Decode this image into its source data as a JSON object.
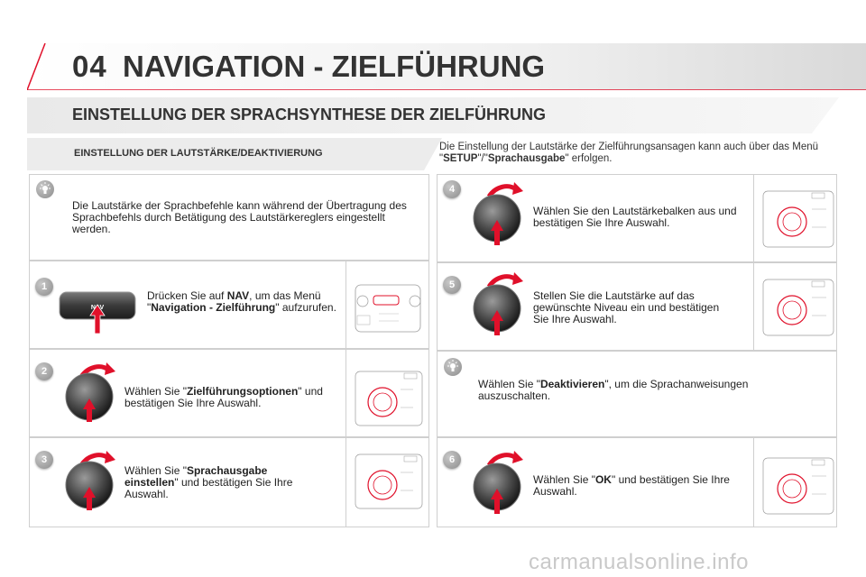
{
  "header": {
    "chapter_number": "04",
    "chapter_title": "NAVIGATION - ZIELFÜHRUNG"
  },
  "section": {
    "title": "EINSTELLUNG DER SPRACHSYNTHESE DER ZIELFÜHRUNG",
    "subtitle": "EINSTELLUNG DER LAUTSTÄRKE/DEAKTIVIERUNG",
    "intro_pre": "Die Einstellung der Lautstärke der Zielführungsansagen kann auch über das Menü \"",
    "intro_b1": "SETUP",
    "intro_mid": "\"/\"",
    "intro_b2": "Sprachausgabe",
    "intro_post": "\" erfolgen."
  },
  "left_tip": {
    "text": "Die Lautstärke der Sprachbefehle kann während der Übertragung des Sprachbefehls durch Betätigung des Lautstärkereglers eingestellt werden."
  },
  "steps": [
    {
      "number": "1",
      "pre": "Drücken Sie auf ",
      "b1": "NAV",
      "mid": ", um das Menü \"",
      "b2": "Navigation - Zielführung",
      "post": "\" aufzurufen."
    },
    {
      "number": "2",
      "pre": "Wählen Sie \"",
      "b1": "Zielführungsoptionen",
      "post": "\" und bestätigen Sie Ihre Auswahl."
    },
    {
      "number": "3",
      "pre": "Wählen Sie \"",
      "b1": "Sprachausgabe einstellen",
      "post": "\" und bestätigen Sie Ihre Auswahl."
    },
    {
      "number": "4",
      "text": "Wählen Sie den Lautstärkebalken aus und bestätigen Sie Ihre Auswahl."
    },
    {
      "number": "5",
      "text": "Stellen Sie die Lautstärke auf das gewünschte Niveau ein und bestätigen Sie Ihre Auswahl."
    },
    {
      "number": "6",
      "pre": "Wählen Sie \"",
      "b1": "OK",
      "post": "\" und bestätigen Sie Ihre Auswahl."
    }
  ],
  "right_tip": {
    "pre": "Wählen Sie \"",
    "b1": "Deaktivieren",
    "post": "\", um die Sprachanweisungen auszuschalten."
  },
  "nav_button_label": "NAV",
  "watermark": "carmanualsonline.info",
  "colors": {
    "accent_red": "#e0102a",
    "gray": "#8c8c8c"
  }
}
